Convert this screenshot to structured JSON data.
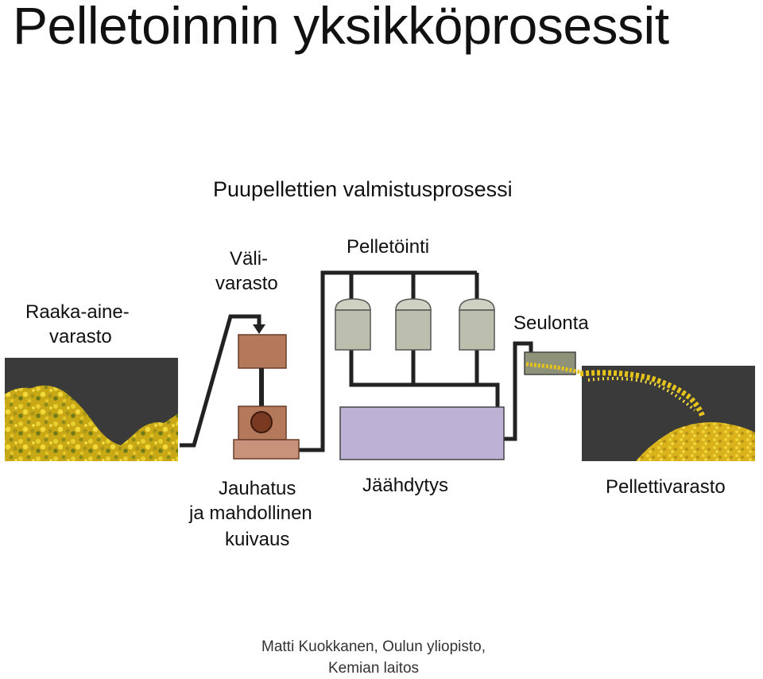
{
  "slide": {
    "title": "Pelletoinnin yksikköprosessit"
  },
  "diagram": {
    "heading": "Puupellettien valmistusprosessi",
    "labels": {
      "raw_storage": [
        "Raaka-aine-",
        "varasto"
      ],
      "intermediate_storage": [
        "Väli-",
        "varasto"
      ],
      "pelletizing": "Pelletöinti",
      "screening": "Seulonta",
      "grinding": [
        "Jauhatus",
        "ja mahdollinen",
        "kuivaus"
      ],
      "cooling": "Jäähdytys",
      "pellet_storage": "Pellettivarasto"
    },
    "colors": {
      "pipe": "#222222",
      "storage_box": "#3a3a3a",
      "wood_chips": "#d8b81a",
      "grinder": "#b4785a",
      "pellet_mill": "#bcbfae",
      "cooler": "#bdb2d6"
    }
  },
  "footer": {
    "line1": "Matti Kuokkanen, Oulun yliopisto,",
    "line2": "Kemian laitos"
  }
}
